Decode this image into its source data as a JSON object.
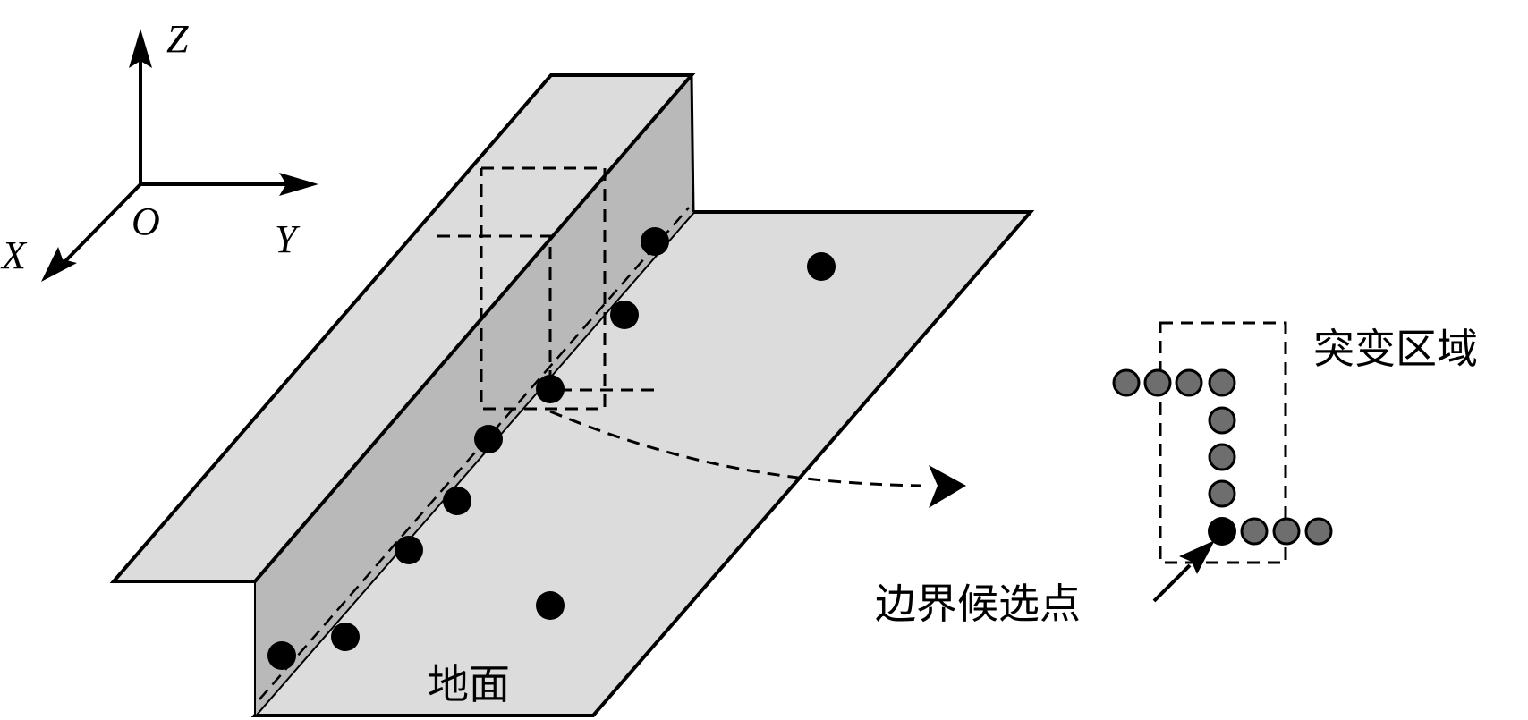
{
  "axes": {
    "z_label": "Z",
    "y_label": "Y",
    "x_label": "X",
    "origin_label": "O"
  },
  "labels": {
    "ground": "地面",
    "mutation_region": "突变区域",
    "boundary_candidate": "边界候选点"
  },
  "colors": {
    "ground_fill": "#dcdcdc",
    "wall_face_fill": "#b9b9b9",
    "top_fill": "#dcdcdc",
    "point_fill": "#000000",
    "grid_point_fill": "#6e6e6e",
    "stroke": "#000000"
  }
}
